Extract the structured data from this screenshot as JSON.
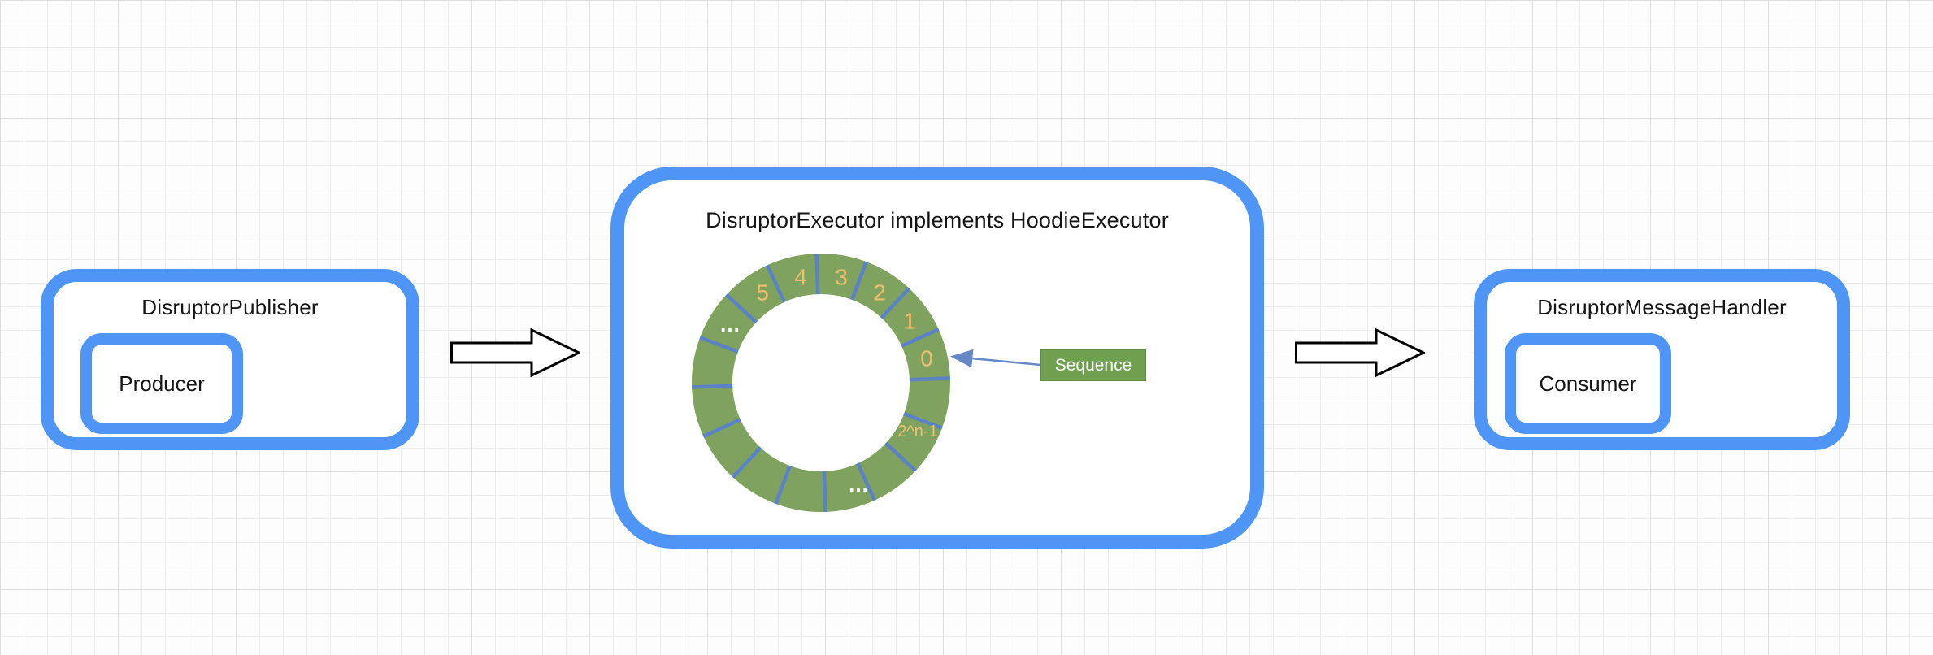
{
  "publisher": {
    "title": "DisruptorPublisher",
    "producer_label": "Producer"
  },
  "executor": {
    "title": "DisruptorExecutor implements HoodieExecutor",
    "sequence_label": "Sequence",
    "ring_slots": {
      "s0": "0",
      "s1": "1",
      "s2": "2",
      "s3": "3",
      "s4": "4",
      "s5": "5",
      "left_ellipsis": "…",
      "last": "2^n-1",
      "bottom_ellipsis": "…"
    }
  },
  "handler": {
    "title": "DisruptorMessageHandler",
    "consumer_label": "Consumer"
  },
  "colors": {
    "accent_blue": "#4e95f5",
    "ring_green": "#7fa25e",
    "sequence_green": "#6fa050",
    "divider_blue": "#5b82c7",
    "slot_label_orange": "#f0c070",
    "pointer_blue": "#6688c9",
    "arrow_outline": "#000000",
    "grid_minor": "#ececec",
    "grid_major": "#dddddd"
  }
}
